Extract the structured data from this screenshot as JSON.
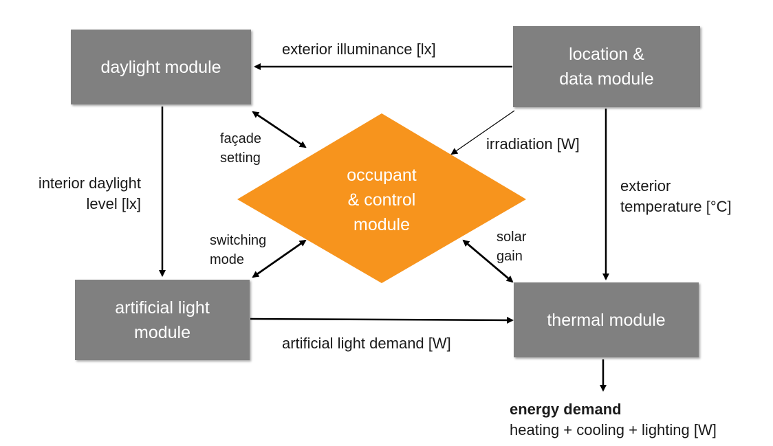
{
  "colors": {
    "box_fill": "#808080",
    "box_text": "#ffffff",
    "diamond_fill": "#f7941d",
    "arrow": "#000000",
    "label_text": "#1a1a1a"
  },
  "modules": {
    "daylight": {
      "label": "daylight module"
    },
    "location": {
      "line1": "location &",
      "line2": "data module"
    },
    "artificial": {
      "line1": "artificial light",
      "line2": "module"
    },
    "thermal": {
      "label": "thermal module"
    },
    "occupant": {
      "line1": "occupant",
      "line2": "& control",
      "line3": "module"
    }
  },
  "flows": {
    "exterior_illuminance": "exterior illuminance [lx]",
    "interior_daylight": {
      "line1": "interior daylight",
      "line2": "level [lx]"
    },
    "facade_setting": {
      "line1": "façade",
      "line2": "setting"
    },
    "irradiation": "irradiation [W]",
    "exterior_temperature": {
      "line1": "exterior",
      "line2": "temperature [°C]"
    },
    "switching_mode": {
      "line1": "switching",
      "line2": "mode"
    },
    "solar_gain": {
      "line1": "solar",
      "line2": "gain"
    },
    "artificial_light_demand": "artificial light demand [W]"
  },
  "output": {
    "title": "energy demand",
    "detail": "heating + cooling + lighting [W]"
  }
}
